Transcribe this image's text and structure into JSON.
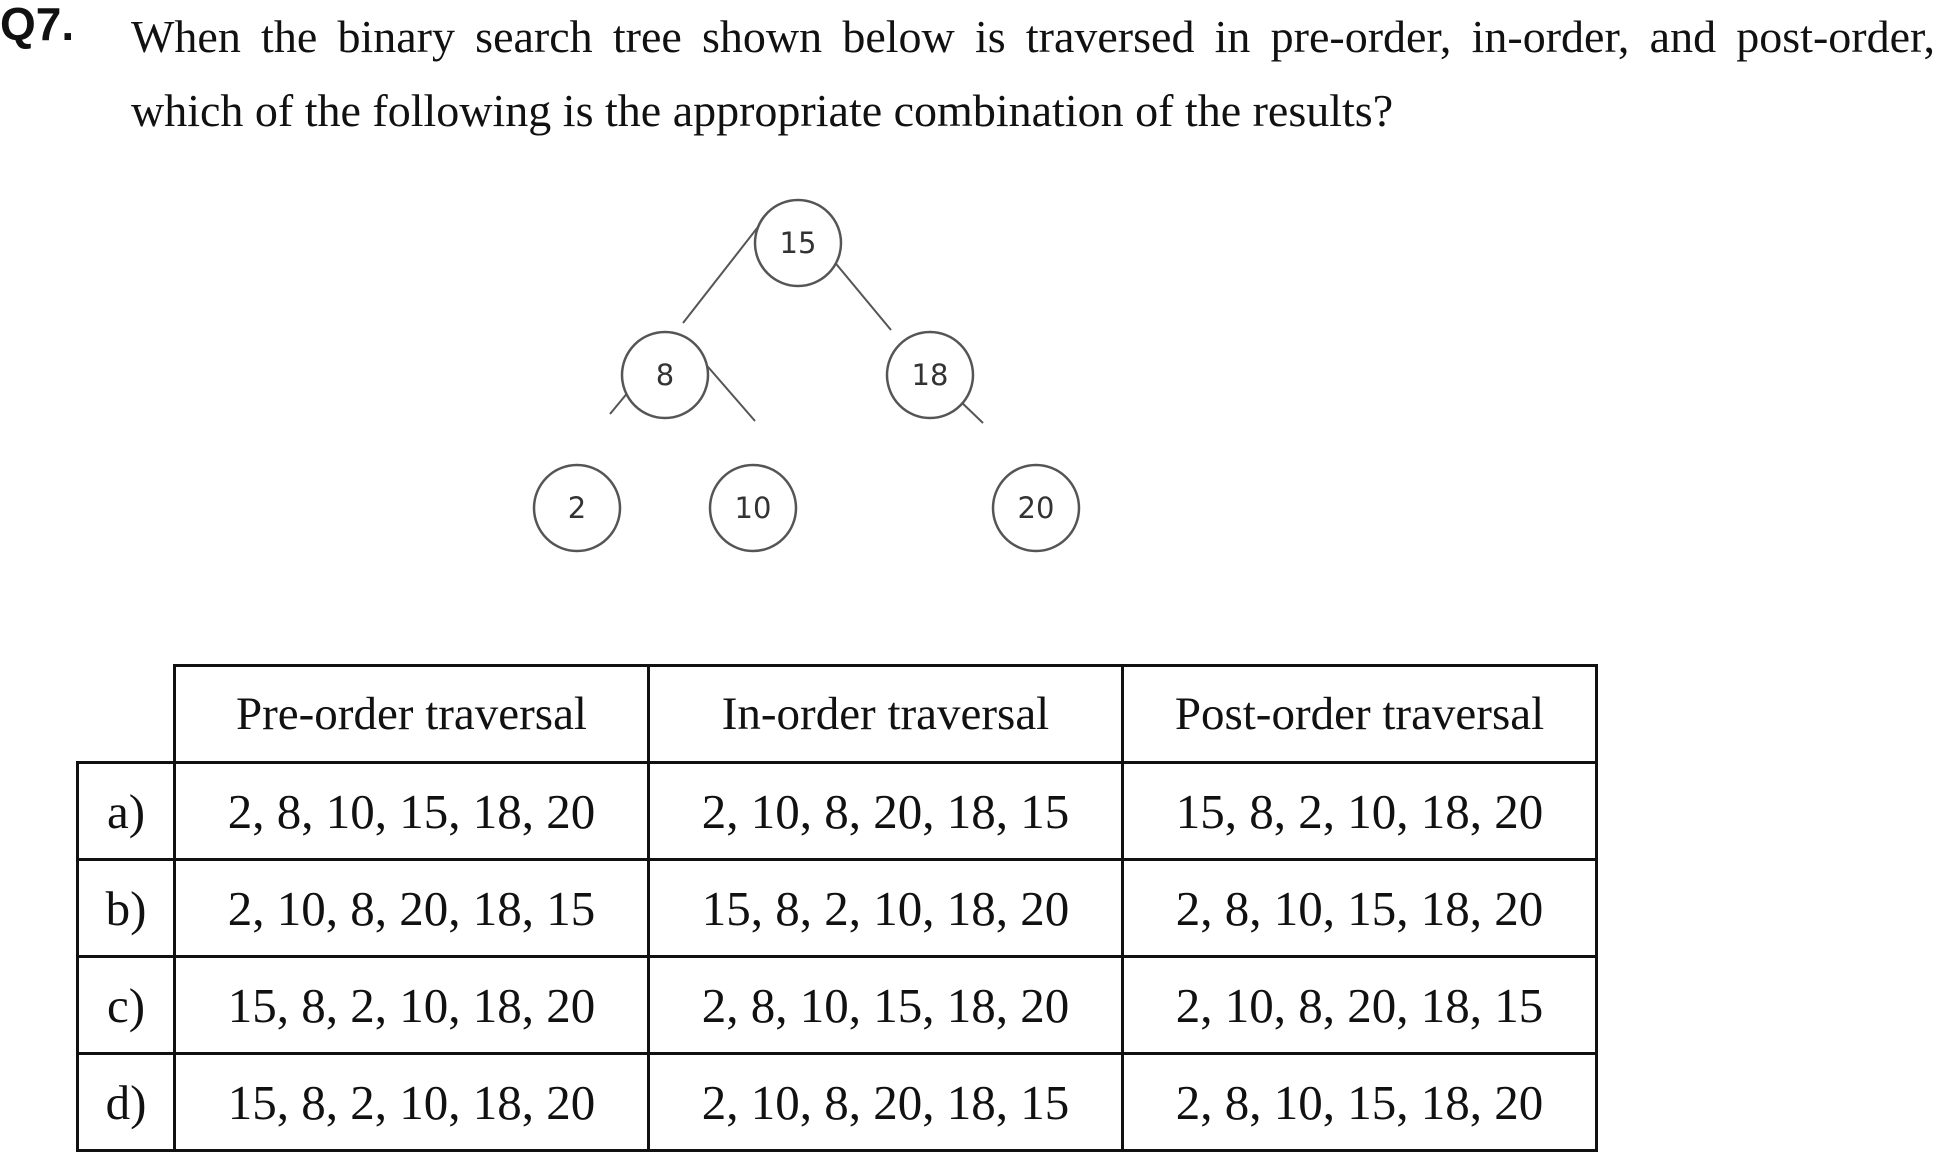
{
  "question": {
    "number": "Q7.",
    "text": "When the binary search tree shown below is traversed in pre-order, in-order, and post-order, which of the following is the appropriate combination of the results?"
  },
  "tree": {
    "nodes": {
      "root": "15",
      "left": "8",
      "right": "18",
      "left_left": "2",
      "left_right": "10",
      "right_right": "20"
    }
  },
  "table": {
    "headers": [
      "Pre-order traversal",
      "In-order traversal",
      "Post-order traversal"
    ],
    "rows": [
      {
        "label": "a)",
        "cells": [
          "2, 8, 10, 15, 18, 20",
          "2, 10, 8, 20, 18, 15",
          "15, 8, 2, 10, 18, 20"
        ]
      },
      {
        "label": "b)",
        "cells": [
          "2, 10, 8, 20, 18, 15",
          "15, 8, 2, 10, 18, 20",
          "2, 8, 10, 15, 18, 20"
        ]
      },
      {
        "label": "c)",
        "cells": [
          "15, 8, 2, 10, 18, 20",
          "2, 8, 10, 15, 18, 20",
          "2, 10, 8, 20, 18, 15"
        ]
      },
      {
        "label": "d)",
        "cells": [
          "15, 8, 2, 10, 18, 20",
          "2, 10, 8, 20, 18, 15",
          "2, 8, 10, 15, 18, 20"
        ]
      }
    ]
  }
}
